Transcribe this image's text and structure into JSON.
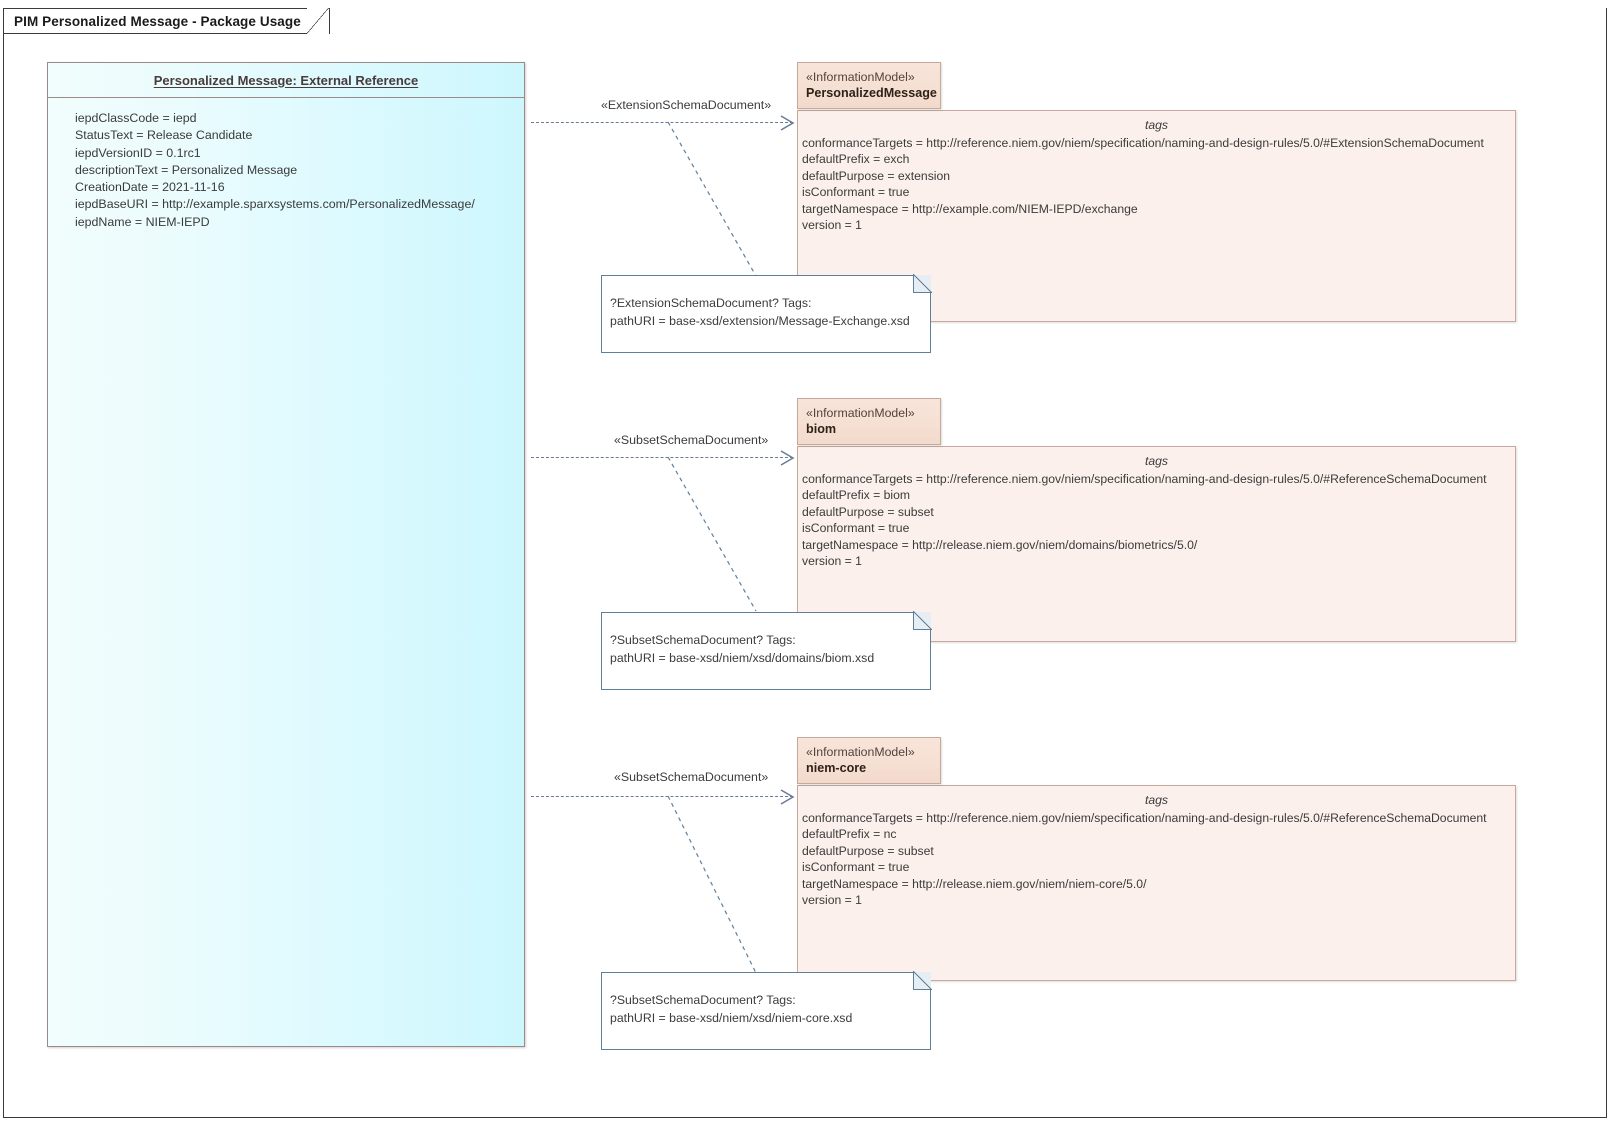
{
  "diagram": {
    "frame_title": "PIM Personalized Message - Package Usage",
    "accent_package_border": "#9c8a8a",
    "accent_element_border": "#c4a99c",
    "accent_note_border": "#5f7f99",
    "accent_connector": "#6a7a96"
  },
  "package": {
    "title": "Personalized Message: External Reference",
    "attributes": [
      "iepdClassCode = iepd",
      "StatusText = Release Candidate",
      "iepdVersionID = 0.1rc1",
      "descriptionText = Personalized Message",
      "CreationDate = 2021-11-16",
      "iepdBaseURI = http://example.sparxsystems.com/PersonalizedMessage/",
      "iepdName = NIEM-IEPD"
    ]
  },
  "tags_header": "tags",
  "elements": [
    {
      "stereotype": "«InformationModel»",
      "name": "PersonalizedMessage",
      "tags": [
        "conformanceTargets = http://reference.niem.gov/niem/specification/naming-and-design-rules/5.0/#ExtensionSchemaDocument",
        "defaultPrefix = exch",
        "defaultPurpose = extension",
        "isConformant = true",
        "targetNamespace = http://example.com/NIEM-IEPD/exchange",
        "version = 1"
      ]
    },
    {
      "stereotype": "«InformationModel»",
      "name": "biom",
      "tags": [
        "conformanceTargets = http://reference.niem.gov/niem/specification/naming-and-design-rules/5.0/#ReferenceSchemaDocument",
        "defaultPrefix = biom",
        "defaultPurpose = subset",
        "isConformant = true",
        "targetNamespace = http://release.niem.gov/niem/domains/biometrics/5.0/",
        "version = 1"
      ]
    },
    {
      "stereotype": "«InformationModel»",
      "name": "niem-core",
      "tags": [
        "conformanceTargets = http://reference.niem.gov/niem/specification/naming-and-design-rules/5.0/#ReferenceSchemaDocument",
        "defaultPrefix = nc",
        "defaultPurpose = subset",
        "isConformant = true",
        "targetNamespace = http://release.niem.gov/niem/niem-core/5.0/",
        "version = 1"
      ]
    }
  ],
  "dependencies": [
    {
      "label": "«ExtensionSchemaDocument»"
    },
    {
      "label": "«SubsetSchemaDocument»"
    },
    {
      "label": "«SubsetSchemaDocument»"
    }
  ],
  "notes": [
    {
      "line1": "?ExtensionSchemaDocument? Tags:",
      "line2": "pathURI = base-xsd/extension/Message-Exchange.xsd"
    },
    {
      "line1": "?SubsetSchemaDocument? Tags:",
      "line2": "pathURI = base-xsd/niem/xsd/domains/biom.xsd"
    },
    {
      "line1": "?SubsetSchemaDocument? Tags:",
      "line2": "pathURI = base-xsd/niem/xsd/niem-core.xsd"
    }
  ]
}
